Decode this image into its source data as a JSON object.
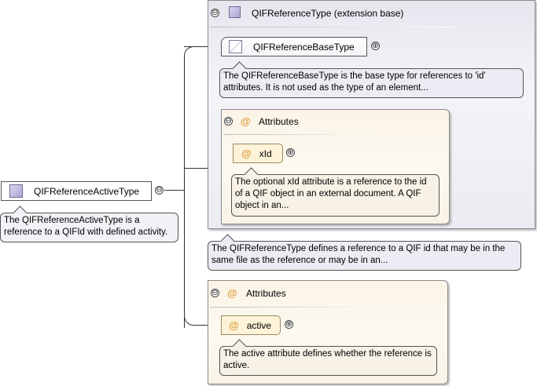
{
  "root": {
    "label": "QIFReferenceActiveType",
    "note": "The QIFReferenceActiveType is a reference to a QIFId with defined activity."
  },
  "extension": {
    "header": "QIFReferenceType (extension base)",
    "base_label": "QIFReferenceBaseType",
    "base_note": "The QIFReferenceBaseType is the base type for references to 'id' attributes. It is not used as the type of an element...",
    "attributes_header": "Attributes",
    "xid_label": "xId",
    "xid_note": "The optional xId attribute is a reference to the id of a QIF object in an external document. A QIF object in an...",
    "note": "The QIFReferenceType defines a reference to a QIF id that may be in the same file as the reference or may be in an..."
  },
  "attributes": {
    "header": "Attributes",
    "active_label": "active",
    "active_note": "The active attribute defines whether the reference is active."
  },
  "icons": {
    "collapse": "⊖",
    "expand": "⊕",
    "attribute": "@"
  },
  "colors": {
    "type_fill": "#b3aedb",
    "attribute_fill": "#fdf3d9",
    "attribute_icon": "#e0a040"
  }
}
